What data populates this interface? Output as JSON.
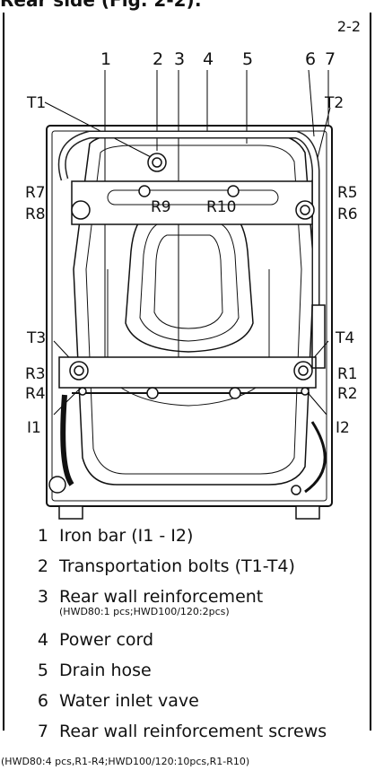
{
  "heading": "Rear side (Fig. 2-2):",
  "figure_number": "2-2",
  "top_numbers": [
    "1",
    "2",
    "3",
    "4",
    "5",
    "6",
    "7"
  ],
  "labels": {
    "T1": "T1",
    "T2": "T2",
    "T3": "T3",
    "T4": "T4",
    "R1": "R1",
    "R2": "R2",
    "R3": "R3",
    "R4": "R4",
    "R5": "R5",
    "R6": "R6",
    "R7": "R7",
    "R8": "R8",
    "R9": "R9",
    "R10": "R10",
    "I1": "I1",
    "I2": "I2"
  },
  "legend": [
    {
      "num": "1",
      "text": "Iron bar (I1 - I2)"
    },
    {
      "num": "2",
      "text": "Transportation bolts (T1-T4)"
    },
    {
      "num": "3",
      "text": "Rear wall reinforcement",
      "sub": "(HWD80:1 pcs;HWD100/120:2pcs)"
    },
    {
      "num": "4",
      "text": "Power cord"
    },
    {
      "num": "5",
      "text": "Drain hose"
    },
    {
      "num": "6",
      "text": "Water inlet vave"
    },
    {
      "num": "7",
      "text": "Rear wall reinforcement screws"
    }
  ],
  "footnote": "(HWD80:4 pcs,R1-R4;HWD100/120:10pcs,R1-R10)"
}
